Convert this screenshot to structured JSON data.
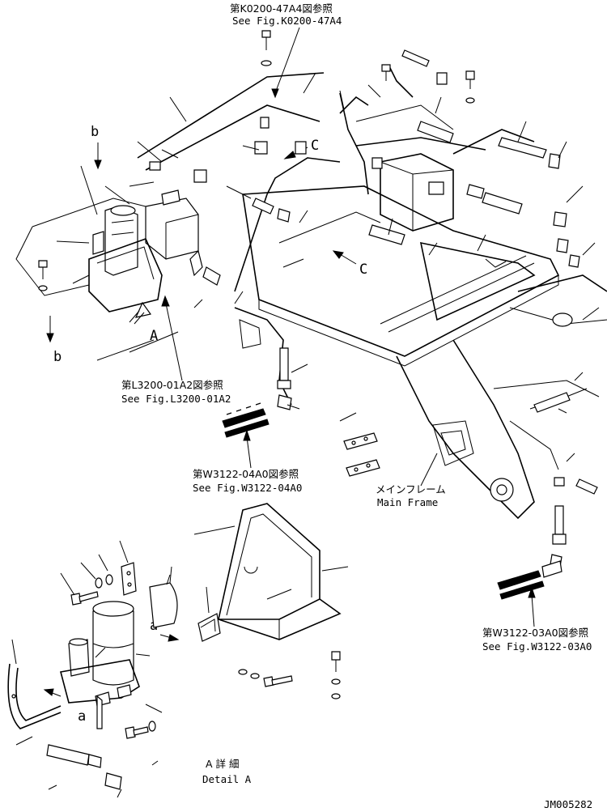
{
  "refs": {
    "k0200_jp": "第K0200-47A4図参照",
    "k0200_en": "See Fig.K0200-47A4",
    "l3200_jp": "第L3200-01A2図参照",
    "l3200_en": "See Fig.L3200-01A2",
    "w3122_04_jp": "第W3122-04A0図参照",
    "w3122_04_en": "See Fig.W3122-04A0",
    "w3122_03_jp": "第W3122-03A0図参照",
    "w3122_03_en": "See Fig.W3122-03A0"
  },
  "main_frame": {
    "jp": "メインフレーム",
    "en": "Main Frame"
  },
  "detail": {
    "jp": "A 詳 細",
    "en": "Detail A"
  },
  "markers": {
    "a": "a",
    "b": "b",
    "c": "C",
    "A": "A"
  },
  "drawing_number": "JM005282"
}
